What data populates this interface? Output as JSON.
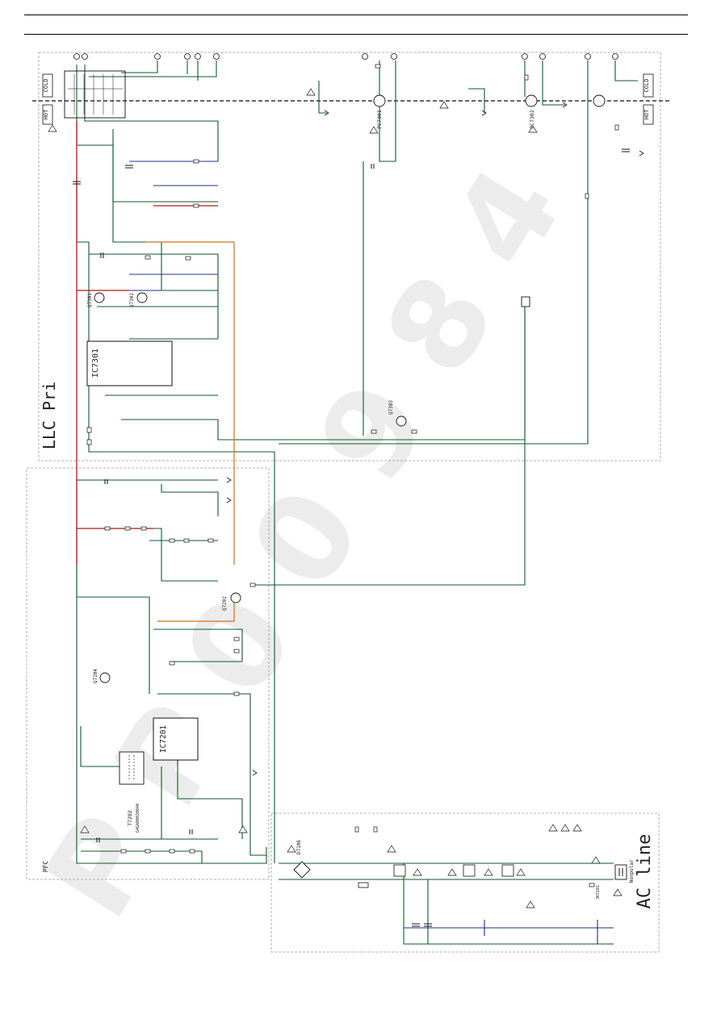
{
  "sections": {
    "llc_label": "LLC Pri",
    "pfc_label": "PFC",
    "ac_label": "AC line"
  },
  "tags": {
    "cold_left": "COLD",
    "hot_left": "HOT",
    "cold_right": "COLD",
    "hot_right": "HOT"
  },
  "ics": {
    "ic7301": "IC7301",
    "ic7201": "IC7201"
  },
  "transistors": {
    "q7301": "Q7301",
    "q7302": "Q7302",
    "q7202": "Q7202",
    "q7204": "Q7204",
    "q7303": "Q7303"
  },
  "photocouplers": {
    "pc7301": "PC7301",
    "pc7302": "PC7302"
  },
  "transformer": {
    "ref": "T7202",
    "part": "G4GA00020040"
  },
  "bridge": {
    "ref": "D7106"
  },
  "ac_extra": {
    "nonpolar": "Nonpolar",
    "jk7101": "JK7101"
  },
  "colors": {
    "wire_main": "#0b5a2a",
    "wire_blue": "#1c2f8a",
    "wire_red": "#b01818",
    "wire_orange": "#d07020",
    "frame": "#888888",
    "watermark": "#e6e6e6"
  },
  "watermark_text": "P P 0 0 9 8 4"
}
